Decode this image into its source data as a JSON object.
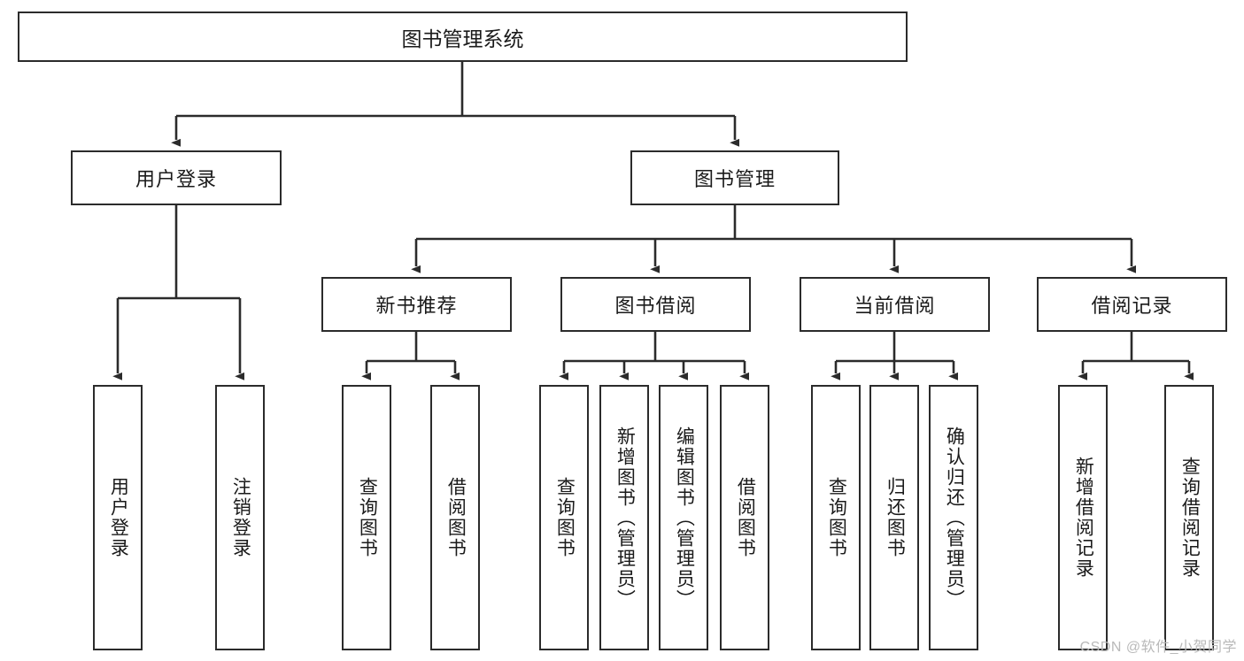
{
  "diagram": {
    "title": "图书管理系统",
    "type": "tree",
    "colors": {
      "background": "#ffffff",
      "node_border": "#2b2b2b",
      "node_fill": "#ffffff",
      "text": "#1a1a1a",
      "connector": "#2b2b2b",
      "watermark": "#b9b9b9"
    },
    "root": {
      "label": "图书管理系统"
    },
    "level2": [
      {
        "id": "user-login",
        "label": "用户登录"
      },
      {
        "id": "book-management",
        "label": "图书管理"
      }
    ],
    "level3": [
      {
        "id": "new-book-recommend",
        "label": "新书推荐"
      },
      {
        "id": "book-borrow",
        "label": "图书借阅"
      },
      {
        "id": "current-borrow",
        "label": "当前借阅"
      },
      {
        "id": "borrow-record",
        "label": "借阅记录"
      }
    ],
    "leaves": {
      "user_login": [
        {
          "id": "user-login-leaf",
          "label": "用户登录"
        },
        {
          "id": "logout-leaf",
          "label": "注销登录"
        }
      ],
      "new_book_recommend": [
        {
          "id": "query-book-1",
          "label": "查询图书"
        },
        {
          "id": "borrow-book-1",
          "label": "借阅图书"
        }
      ],
      "book_borrow": [
        {
          "id": "query-book-2",
          "label": "查询图书"
        },
        {
          "id": "add-book",
          "label": "新增图书（管理员）"
        },
        {
          "id": "edit-book",
          "label": "编辑图书（管理员）"
        },
        {
          "id": "borrow-book-2",
          "label": "借阅图书"
        }
      ],
      "current_borrow": [
        {
          "id": "query-book-3",
          "label": "查询图书"
        },
        {
          "id": "return-book",
          "label": "归还图书"
        },
        {
          "id": "confirm-return",
          "label": "确认归还（管理员）"
        }
      ],
      "borrow_record": [
        {
          "id": "add-borrow-record",
          "label": "新增借阅记录"
        },
        {
          "id": "query-borrow-record",
          "label": "查询借阅记录"
        }
      ]
    }
  },
  "watermark": {
    "text": "CSDN @软件_小贺同学"
  }
}
